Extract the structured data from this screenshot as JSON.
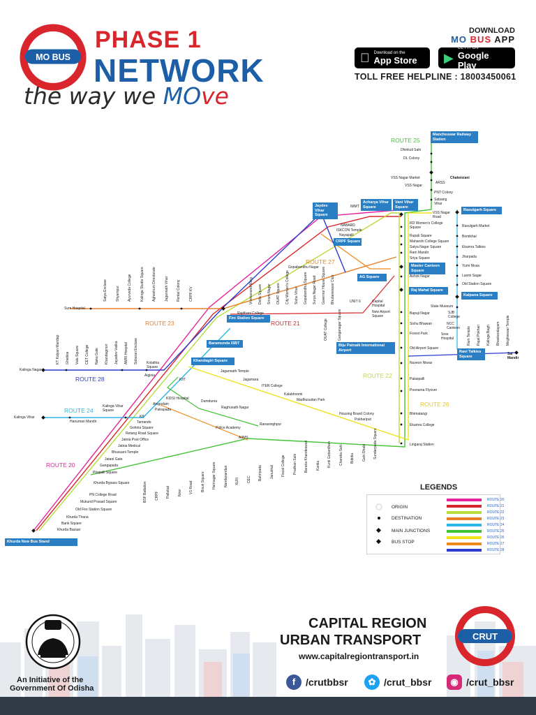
{
  "header": {
    "brand_badge": "MO BUS",
    "phase": "PHASE 1",
    "network": "NETWORK",
    "tagline_start": "the way we ",
    "tagline_mo": "MO",
    "tagline_ve": "ve",
    "download_label": "DOWNLOAD",
    "app_mo": "MO",
    "app_bus": "BUS",
    "app_app": "APP",
    "appstore_small": "Download on the",
    "appstore_big": "App Store",
    "googleplay_small": "GET IT ON",
    "googleplay_big": "Google Play",
    "helpline": "TOLL FREE HELPLINE : 18003450061"
  },
  "colors": {
    "brand_red": "#d8262c",
    "brand_blue": "#1d5fa6",
    "route_20": "#e4239a",
    "route_21": "#d8262c",
    "route_22": "#b7dc3b",
    "route_23": "#e97e2a",
    "route_24": "#29b6e8",
    "route_25": "#44c235",
    "route_26": "#f2e21b",
    "route_27": "#f08a1c",
    "route_28": "#2b3bd0"
  },
  "route_labels": {
    "r20": "ROUTE 20",
    "r21": "ROUTE 21",
    "r22": "ROUTE 22",
    "r23": "ROUTE 23",
    "r24": "ROUTE 24",
    "r25": "ROUTE 25",
    "r26": "ROUTE 26",
    "r27": "ROUTE 27",
    "r28": "ROUTE 28"
  },
  "boxes": {
    "mancheswar": "Mancheswar Railway Station",
    "jaydev": "Jaydev Vihar Square",
    "acharya": "Acharya Vihar Square",
    "vani": "Vani Vihar Square",
    "rasulgarh": "Rasulgarh Square",
    "crpf": "CRPF Square",
    "master_canteen": "Master Canteen Square",
    "ag": "AG Square",
    "raj_mahal": "Raj Mahal Square",
    "kalpana": "Kalpana Square",
    "fire_station": "Fire Station Square",
    "baramunda": "Baramunda ISBT",
    "khandagiri": "Khandagiri Square",
    "biju": "Biju Patnaik International Airport",
    "ravi": "Ravi Talkies Square",
    "khurda": "Khurda New Bus Stand"
  },
  "stops": {
    "dhinkuli": "Dhinkuli Sahi",
    "dl_colony": "DL Colony",
    "vss_market": "VSS Nagar Market",
    "chakeisiani": "Chakeisiani",
    "arss": "ARSS",
    "vss_nagar": "VSS Nagar",
    "pnt": "PNT Colony",
    "satsang": "Satsang Vihar",
    "vss_road": "VSS Nagar Road",
    "immt": "IMMT",
    "nabard": "NABARD",
    "iskcon": "ISKCON Temple",
    "nayapalli": "Nayapalli",
    "rd_womens": "RD Women's College Square",
    "rupali": "Rupali Square",
    "maharshi": "Maharshi College Square",
    "satya": "Satya Nagar Square",
    "ram_mandir": "Ram Mandir",
    "sriya": "Sriya Square",
    "ashok": "Ashok Nagar",
    "capital_hosp": "Capital Hospital",
    "new_airport": "New Airport Square",
    "bapuji": "Bapuji Nagar",
    "sishu": "Sishu Bhawan",
    "forest": "Forest Park",
    "old_airport": "Old Airport Square",
    "nuveon": "Nuveon Niwas",
    "palaspalli": "Palaspalli",
    "poonama": "Poonama Flyover",
    "bhimatangi": "Bhimatangi",
    "ekamra_college": "Ekamra College",
    "lingaraj": "Lingaraj Station",
    "rasulgarh_market": "Rasulgarh Market",
    "bomikhal": "Bomikhal",
    "ekamra_talkies": "Ekamra Talkies",
    "jharpada": "Jharpada",
    "yumi": "Yumi Nivas",
    "laxmi": "Laxmi Sagar",
    "old_station": "Old Station Square",
    "state_museum": "State Museum",
    "sjb": "SJB College",
    "ncc": "NCC Canteen",
    "sree_hospital": "Sree Hospital",
    "sai_mandir": "Sai Mandir",
    "gopabandhu_nagar": "Gopabandhu Nagar",
    "unit6": "UNIT 6",
    "rajdhani": "Rajdhani College",
    "kalinga_nagar": "Kalinga Nagar",
    "sum": "Sum Hospital",
    "kalinga_vihar": "Kalinga Vihar",
    "hanuman": "Hanuman Mandir",
    "kalinga_vihar_sq": "Kalinga Vihar Square",
    "kiit": "KIIT",
    "aiginia": "Aiginia",
    "kolathia": "Kolathia Square",
    "jagannath_temple": "Jagannath Temple",
    "jagamara": "Jagamara",
    "iter": "ITER College",
    "kalabhoomi": "Kalabhoomi",
    "madhusudan": "Madhusudan Park",
    "housing": "Housing Board Colony",
    "pokhariput": "Pokhariput",
    "kidsi": "KIDSI Hospital",
    "dumduma": "Dumduma",
    "raghunath": "Raghunath Nagar",
    "ranasinghpur": "Ranasinghpur",
    "police": "Police Academy",
    "aiims": "AIIMS",
    "atugodam": "Atugodam",
    "patrapada": "Patrapada",
    "k8": "K8",
    "tamando": "Tamando",
    "gohiria": "Gohiria Square",
    "retang": "Retang Road Square",
    "jatnia_po": "Jatnia Post Office",
    "jatnia_medical": "Jatnia Medical",
    "bhusuani": "Bhusuani Temple",
    "jatani_gate": "Jatani Gate",
    "gangapada": "Gangapada",
    "pitapalli": "Pitapalli Square",
    "khurda_bypass": "Khurda Bypass Square",
    "pn_college": "PN College Road",
    "mukund": "Mukund Prasad Square",
    "old_fire": "Old Fire Station Square",
    "khurda_thana": "Khurda Thana",
    "bank_sq": "Bank Square",
    "khurda_bazaar": "Khurda Bazaar"
  },
  "vstops_upper": [
    "Satya Enclave",
    "Shyampur",
    "Ayurveda College",
    "Kalinga Studio Square",
    "Aghoshum Directorate",
    "Jagannath Vihar",
    "Rental Colony",
    "CRPF KV"
  ],
  "vstops_mid": [
    "Vivekanand Marg",
    "Delta Square",
    "Sriram Nagar",
    "OUAT Square",
    "City Women's College",
    "Sishu Vihar",
    "Gopabandhu Square",
    "Surya Nagar Road",
    "Governor House Square",
    "Bhubaneswar Club"
  ],
  "vstops_left": [
    "KT Kalyan Mandap",
    "Ghatikia",
    "Vala Square",
    "CET College",
    "Naka Gate",
    "Khandagiriori",
    "Jayadev Vatika",
    "AMRI Hospital",
    "Sobaran Enclave"
  ],
  "vstops_bottom": [
    "BSF Battalion",
    "CRPF",
    "Pallahat",
    "Nirer",
    "V1 Road",
    "Bisuk Square",
    "Harinagar Square",
    "Nandanandan",
    "XLRI",
    "CEC",
    "Bahirpada",
    "Janukhal",
    "Fiscal College",
    "Pradhan Sahi",
    "Baraha Khandeswari",
    "Kantia",
    "Kunti Gobardhan",
    "Chandra Sahi",
    "Bididia",
    "Gahi Dhabi",
    "Sundarpada Square"
  ],
  "vstops_right": [
    "Ram Temple",
    "Rajat Pokhari",
    "Kalinga Bagh",
    "Bhaskaralayam",
    "Meghnewar Temple"
  ],
  "vstops_gopal": [
    "OUAT College",
    "Ganganagar Square"
  ],
  "legend": {
    "title": "LEGENDS",
    "origin": "ORIGIN",
    "destination": "DESTINATION",
    "junctions": "MAIN JUNCTIONS",
    "bus_stop": "BUS STOP",
    "routes": [
      "ROUTE 20",
      "ROUTE 21",
      "ROUTE 22",
      "ROUTE 23",
      "ROUTE 24",
      "ROUTE 25",
      "ROUTE 26",
      "ROUTE 27",
      "ROUTE 28"
    ]
  },
  "footer": {
    "crut_line1": "CAPITAL REGION",
    "crut_line2": "URBAN TRANSPORT",
    "url": "www.capitalregiontransport.in",
    "crut_badge": "CRUT",
    "initiative_line1": "An Initiative of the",
    "initiative_line2": "Government Of Odisha",
    "facebook": "/crutbbsr",
    "twitter": "/crut_bbsr",
    "instagram": "/crut_bbsr"
  }
}
